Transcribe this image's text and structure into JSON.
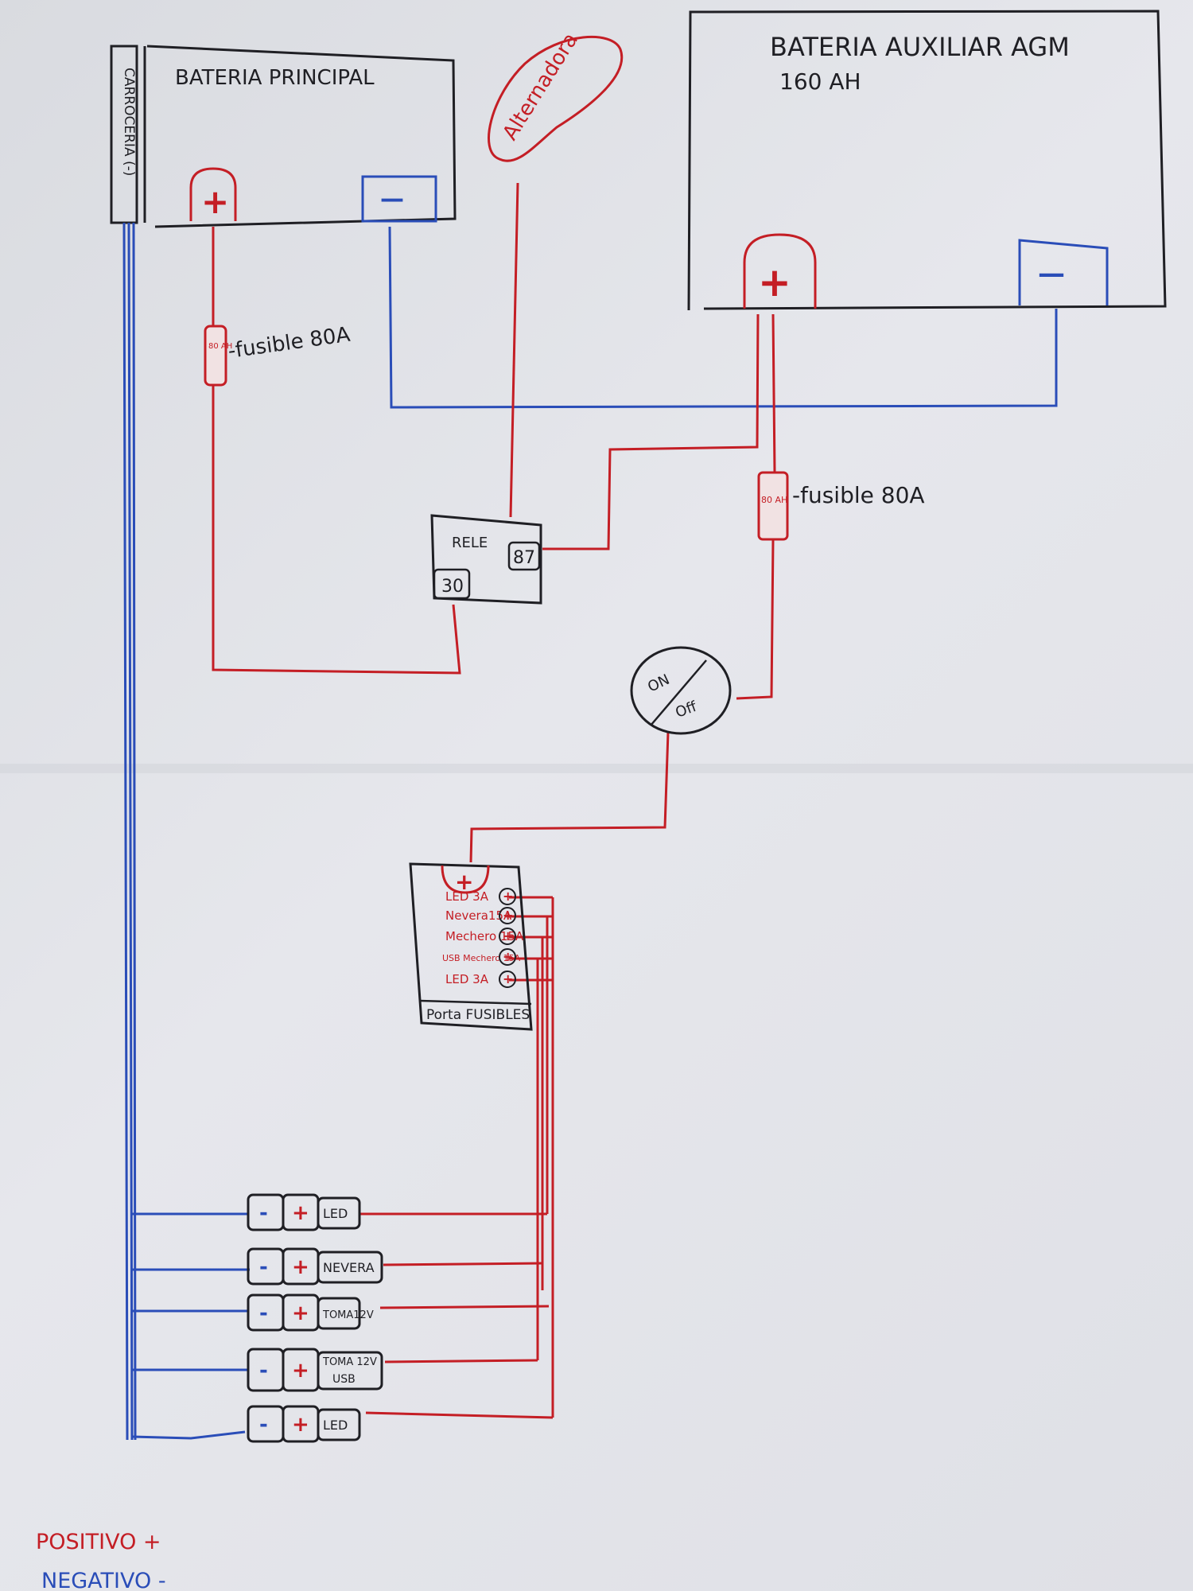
{
  "main_battery": {
    "title": "BATERIA PRINCIPAL",
    "pos_symbol": "+",
    "neg_symbol": "—"
  },
  "chassis": {
    "label": "CARROCERIA (-)"
  },
  "alternator": {
    "label": "Alternadora"
  },
  "aux_battery": {
    "title": "BATERIA AUXILIAR AGM",
    "capacity": "160 AH",
    "pos_symbol": "+",
    "neg_symbol": "—"
  },
  "fuse_main": {
    "text": "80 AH",
    "label": "-fusible 80A"
  },
  "fuse_aux": {
    "text": "80 AH",
    "label": "-fusible 80A"
  },
  "relay": {
    "label": "RELE",
    "pin_87": "87",
    "pin_30": "30"
  },
  "switch": {
    "on": "ON",
    "off": "Off"
  },
  "fuse_box": {
    "pos_symbol": "+",
    "title": "Porta FUSIBLES",
    "slots": [
      {
        "label": "LED 3A",
        "symbol": "+"
      },
      {
        "label": "Nevera15A",
        "symbol": "+"
      },
      {
        "label": "Mechero 15A",
        "symbol": "+"
      },
      {
        "label": "USB Mechero 15A",
        "symbol": "+"
      },
      {
        "label": "LED 3A",
        "symbol": "+"
      }
    ]
  },
  "loads": [
    {
      "neg": "-",
      "pos": "+",
      "label": "LED",
      "label2": ""
    },
    {
      "neg": "-",
      "pos": "+",
      "label": "NEVERA",
      "label2": ""
    },
    {
      "neg": "-",
      "pos": "+",
      "label": "TOMA12V",
      "label2": ""
    },
    {
      "neg": "-",
      "pos": "+",
      "label": "TOMA 12V",
      "label2": "USB"
    },
    {
      "neg": "-",
      "pos": "+",
      "label": "LED",
      "label2": ""
    }
  ],
  "legend": {
    "positive": "POSITIVO +",
    "negative": "NEGATIVO -"
  },
  "colors": {
    "positive": "#c41e25",
    "negative": "#2a4db8",
    "ink": "#1f1f24"
  }
}
